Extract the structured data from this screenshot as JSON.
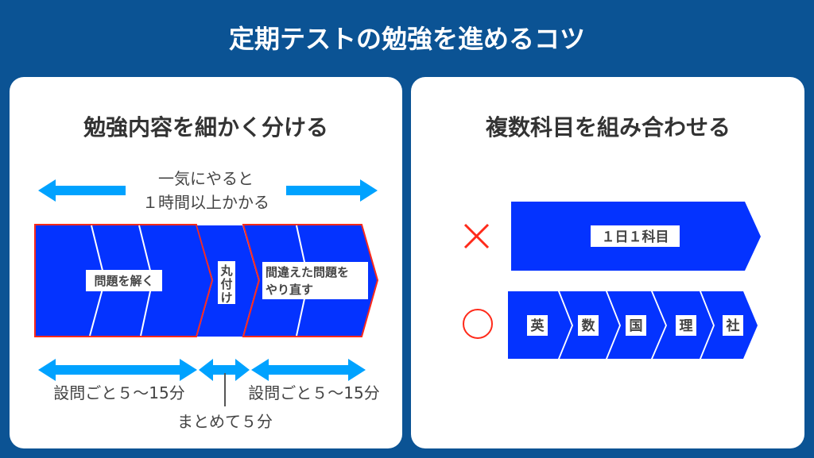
{
  "title": "定期テストの勉強を進めるコツ",
  "left_panel": {
    "heading": "勉強内容を細かく分ける",
    "top_note_line1": "一気にやると",
    "top_note_line2": "１時間以上かかる",
    "steps": [
      {
        "label": "問題を解く"
      },
      {
        "label_chars": [
          "丸",
          "付",
          "け"
        ]
      },
      {
        "label_line1": "間違えた問題を",
        "label_line2": "やり直す"
      }
    ],
    "time_labels": [
      "設問ごと５～15分",
      "設問ごと５～15分"
    ],
    "middle_time": "まとめて５分"
  },
  "right_panel": {
    "heading": "複数科目を組み合わせる",
    "bad_mark": "✕",
    "good_mark": "○",
    "bad_label": "１日１科目",
    "subjects": [
      "英",
      "数",
      "国",
      "理",
      "社"
    ]
  },
  "colors": {
    "background": "#0b5394",
    "chevron": "#0433ff",
    "arrow": "#00a2ff",
    "outline": "#ff2a1a"
  }
}
